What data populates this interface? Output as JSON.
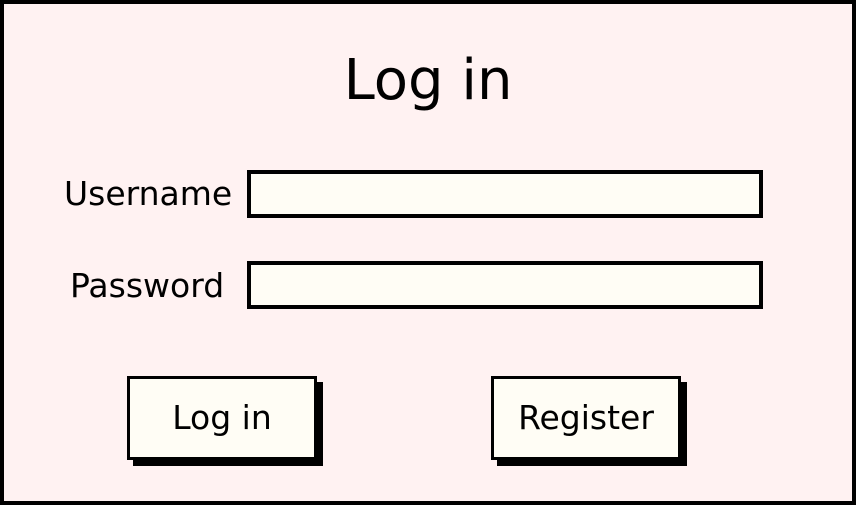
{
  "form": {
    "title": "Log in",
    "username_label": "Username",
    "username_value": "",
    "password_label": "Password",
    "password_value": "",
    "login_button": "Log in",
    "register_button": "Register"
  },
  "colors": {
    "background": "#fff2f2",
    "field_fill": "#fffdf5",
    "border": "#000000"
  }
}
